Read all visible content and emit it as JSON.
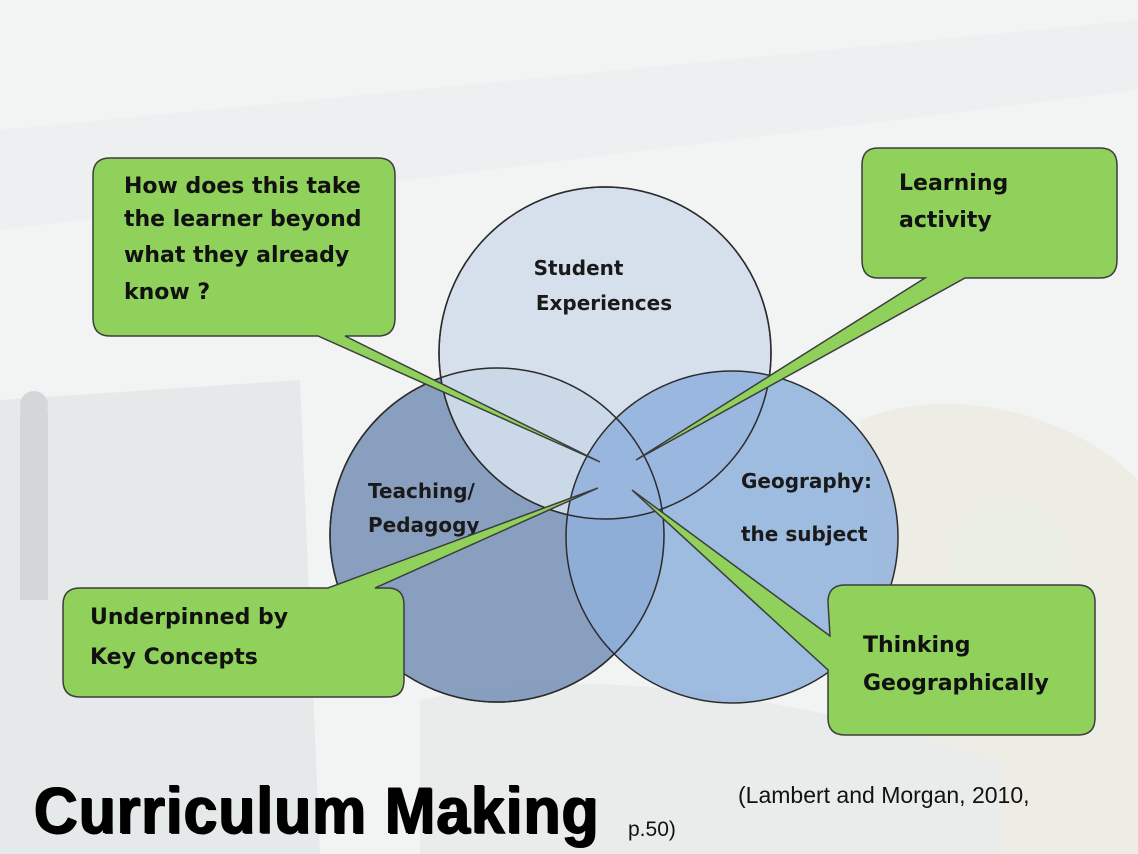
{
  "title": "Curriculum Making",
  "citation": {
    "line1": "(Lambert and Morgan, 2010,",
    "line2": "p.50)"
  },
  "circles": {
    "top": {
      "lines": [
        "Student",
        "Experiences"
      ]
    },
    "left": {
      "lines": [
        "Teaching/",
        "Pedagogy"
      ]
    },
    "right": {
      "lines": [
        "Geography:",
        "the subject"
      ]
    }
  },
  "callouts": {
    "top_left": {
      "lines": [
        "How does this take",
        "the learner beyond",
        "what they already",
        "know ?"
      ]
    },
    "top_right": {
      "lines": [
        "Learning",
        "activity"
      ]
    },
    "bottom_left": {
      "lines": [
        "Underpinned by",
        "Key Concepts"
      ]
    },
    "bottom_right": {
      "lines": [
        "Thinking",
        "Geographically"
      ]
    }
  },
  "colors": {
    "callout_fill": "#8fd15a",
    "callout_stroke": "#3d3d3d",
    "circle_top": "#d3deec",
    "circle_left": "#7a93b8",
    "circle_right": "#8fb0dc"
  }
}
